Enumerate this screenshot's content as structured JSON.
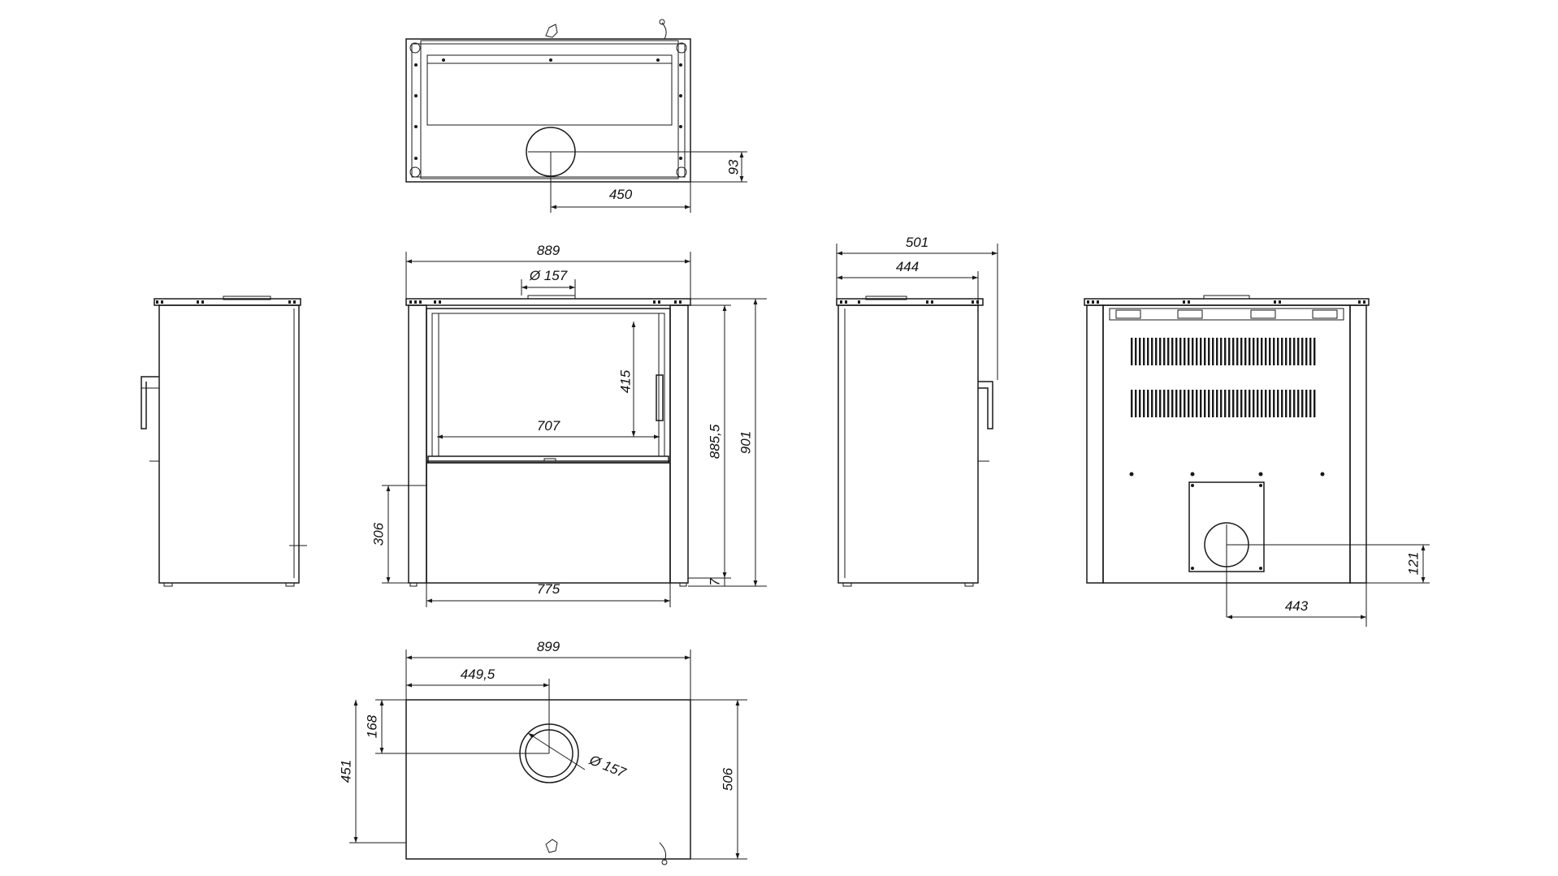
{
  "dimensions": {
    "top_view_flue_offset_side": "93",
    "top_view_flue_offset_front": "450",
    "front_width_overall": "889",
    "front_flue_diameter": "Ø 157",
    "front_glass_height": "415",
    "front_glass_width": "707",
    "front_plinth_height": "306",
    "front_base_width": "775",
    "front_height_body": "885,5",
    "front_height_overall": "901",
    "front_foot_height": "7",
    "side_depth_overall": "501",
    "side_depth_body": "444",
    "rear_flue_height": "121",
    "rear_flue_offset": "443",
    "plan_width": "899",
    "plan_flue_center_x": "449,5",
    "plan_flue_center_y": "168",
    "plan_depth_inner": "451",
    "plan_depth_outer": "506",
    "plan_flue_diameter": "Ø 157"
  }
}
